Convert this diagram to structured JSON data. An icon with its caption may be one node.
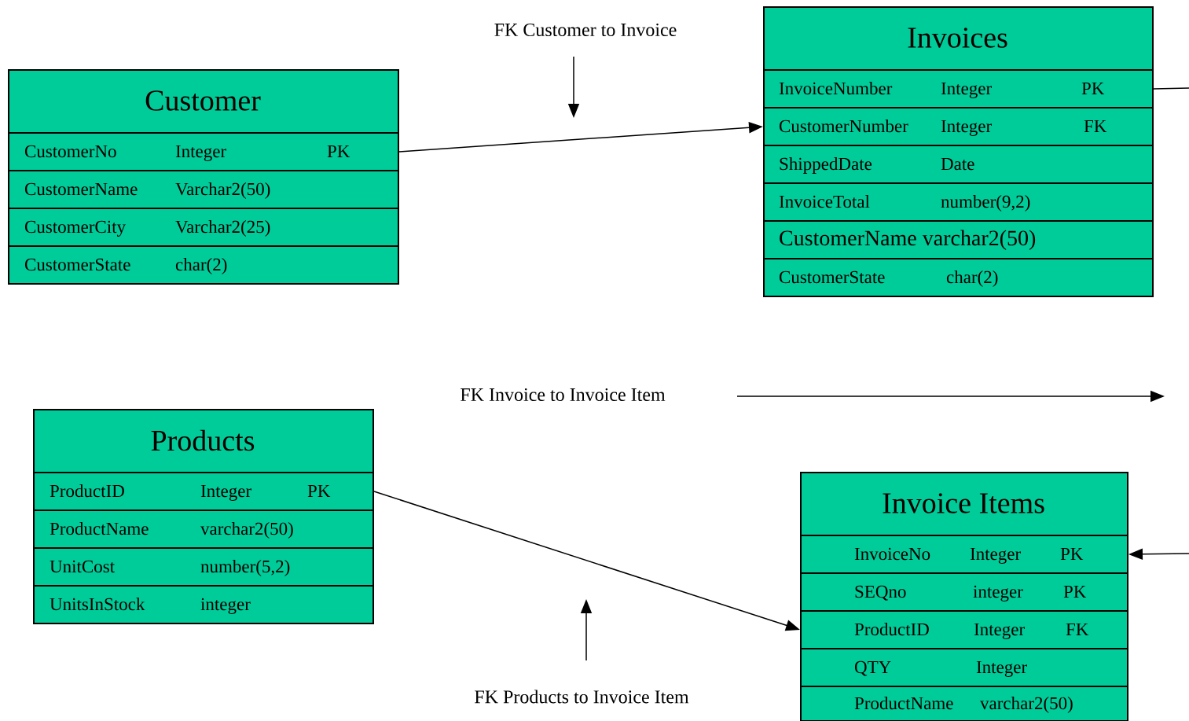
{
  "diagram": {
    "nodes": [
      {
        "text": [
          "Customer"
        ]
      },
      {
        "text": [
          "CustomerNo",
          "Integer",
          "PK"
        ],
        "in": 0
      },
      {
        "text": [
          "CustomerName",
          "Varchar2(50)"
        ],
        "in": 0
      },
      {
        "text": [
          "CustomerCity",
          "Varchar2(25)"
        ],
        "in": 0
      },
      {
        "text": [
          "CustomerState",
          "char(2)"
        ],
        "in": 0
      },
      {
        "text": [
          "Invoices"
        ]
      },
      {
        "text": [
          "InvoiceNumber",
          "Integer",
          "PK"
        ],
        "in": 5
      },
      {
        "text": [
          "CustomerNumber",
          "Integer",
          "FK"
        ],
        "in": 5
      },
      {
        "text": [
          "ShippedDate",
          "Date"
        ],
        "in": 5
      },
      {
        "text": [
          "InvoiceTotal",
          "number(9,2)"
        ],
        "in": 5
      },
      {
        "text": [
          "CustomerName varchar2(50)"
        ],
        "in": 5
      },
      {
        "text": [
          "CustomerState",
          "char(2)"
        ],
        "in": 5
      },
      {
        "text": [
          "Products"
        ]
      },
      {
        "text": [
          "ProductID",
          "Integer",
          "PK"
        ],
        "in": 12
      },
      {
        "text": [
          "ProductName",
          "varchar2(50)"
        ],
        "in": 12
      },
      {
        "text": [
          "UnitCost",
          "number(5,2)"
        ],
        "in": 12
      },
      {
        "text": [
          "UnitsInStock",
          "integer"
        ],
        "in": 12
      },
      {
        "text": [
          "Invoice Items"
        ]
      },
      {
        "text": [
          "InvoiceNo",
          "Integer",
          "PK"
        ],
        "in": 17
      },
      {
        "text": [
          "SEQno",
          "integer",
          "PK"
        ],
        "in": 17
      },
      {
        "text": [
          "ProductID",
          "Integer",
          "FK"
        ],
        "in": 17
      },
      {
        "text": [
          "QTY",
          "Integer"
        ],
        "in": 17
      },
      {
        "text": [
          "ProductName",
          "varchar2(50)"
        ],
        "in": 17
      }
    ],
    "edges": [
      {
        "from": 1,
        "to": 7,
        "arrow": "to"
      },
      {
        "from": 6,
        "to": null,
        "arrow": "none"
      },
      {
        "from": null,
        "to": 18,
        "arrow": "to"
      },
      {
        "from": 13,
        "to": 20,
        "arrow": "to"
      }
    ],
    "labels": [
      "FK Customer to Invoice",
      "FK Invoice to Invoice Item",
      "FK Products to Invoice Item"
    ]
  }
}
